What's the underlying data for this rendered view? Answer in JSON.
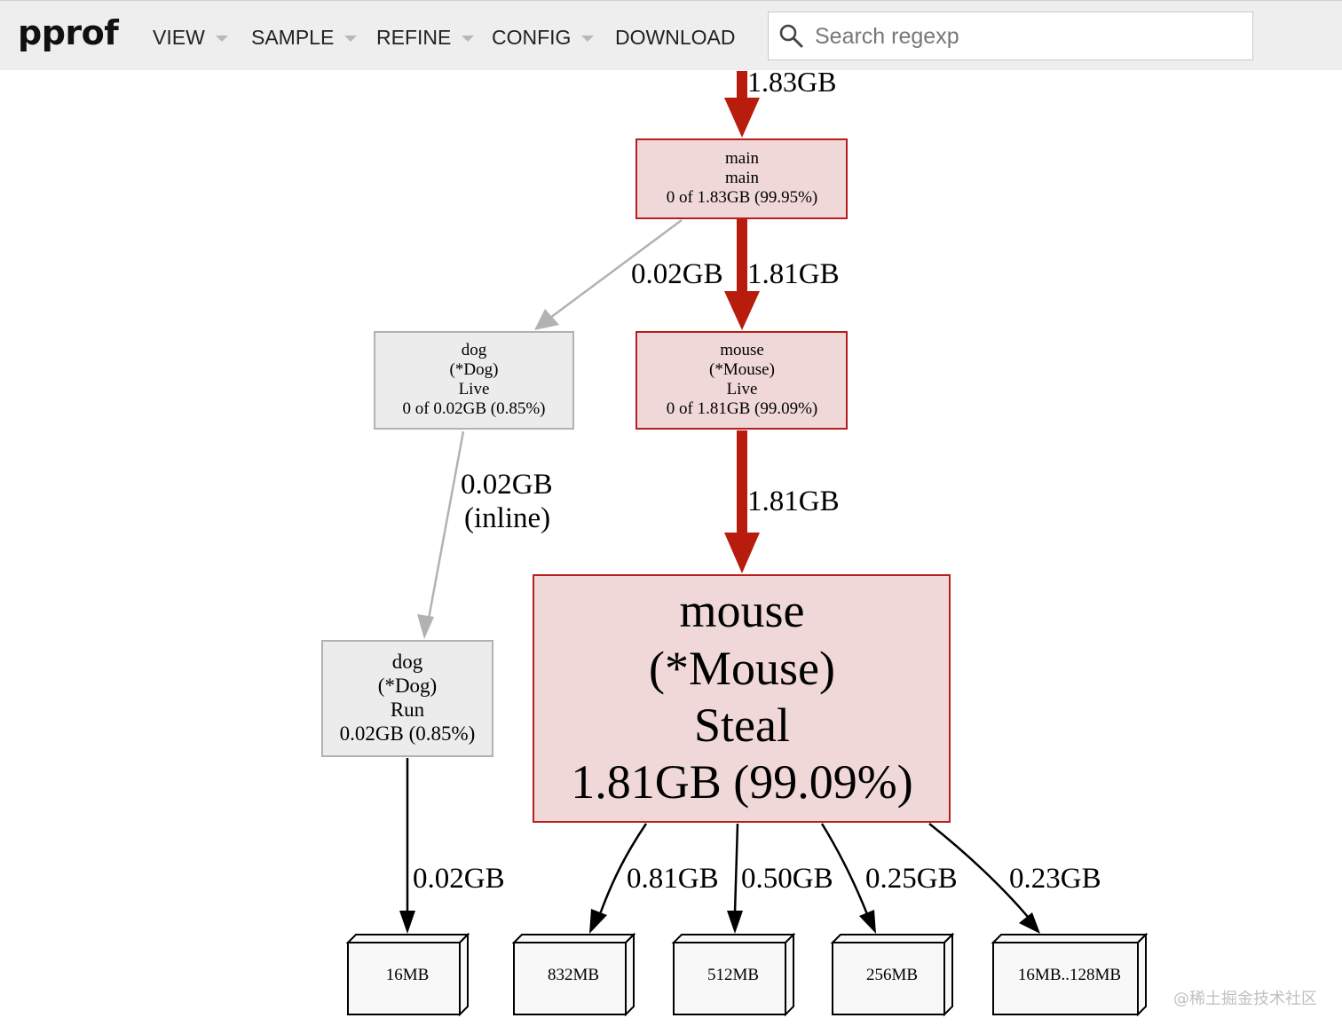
{
  "app": {
    "logo": "pprof",
    "menus": [
      {
        "label": "VIEW",
        "has_caret": true
      },
      {
        "label": "SAMPLE",
        "has_caret": true
      },
      {
        "label": "REFINE",
        "has_caret": true
      },
      {
        "label": "CONFIG",
        "has_caret": true
      },
      {
        "label": "DOWNLOAD",
        "has_caret": false
      }
    ],
    "search": {
      "placeholder": "Search regexp",
      "value": ""
    }
  },
  "graph": {
    "incoming_edge_label": "1.83GB",
    "nodes": {
      "main": {
        "lines": [
          "main",
          "main",
          "0 of 1.83GB (99.95%)"
        ]
      },
      "dog_live": {
        "lines": [
          "dog",
          "(*Dog)",
          "Live",
          "0 of 0.02GB (0.85%)"
        ]
      },
      "mouse_live": {
        "lines": [
          "mouse",
          "(*Mouse)",
          "Live",
          "0 of 1.81GB (99.09%)"
        ]
      },
      "dog_run": {
        "lines": [
          "dog",
          "(*Dog)",
          "Run",
          "0.02GB (0.85%)"
        ]
      },
      "mouse_steal": {
        "lines": [
          "mouse",
          "(*Mouse)",
          "Steal",
          "1.81GB (99.09%)"
        ]
      },
      "b16": {
        "label": "16MB"
      },
      "b832": {
        "label": "832MB"
      },
      "b512": {
        "label": "512MB"
      },
      "b256": {
        "label": "256MB"
      },
      "b16_128": {
        "label": "16MB..128MB"
      }
    },
    "edges": {
      "main_dog": "0.02GB",
      "main_mouse": "1.81GB",
      "dog_inline_1": "0.02GB",
      "dog_inline_2": "(inline)",
      "mouse_steal": "1.81GB",
      "run_16": "0.02GB",
      "steal_832": "0.81GB",
      "steal_512": "0.50GB",
      "steal_256": "0.25GB",
      "steal_128": "0.23GB"
    },
    "colors": {
      "hot_fill": "#f0d8d8",
      "hot_stroke": "#b81e1e",
      "hot_edge": "#b71c0c",
      "cold_fill": "#ececec",
      "cold_stroke": "#b2b2b2",
      "cold_edge": "#b2b2b2",
      "black_edge": "#000000",
      "box_fill": "#f8f8f8"
    }
  },
  "watermark": "@稀土掘金技术社区"
}
